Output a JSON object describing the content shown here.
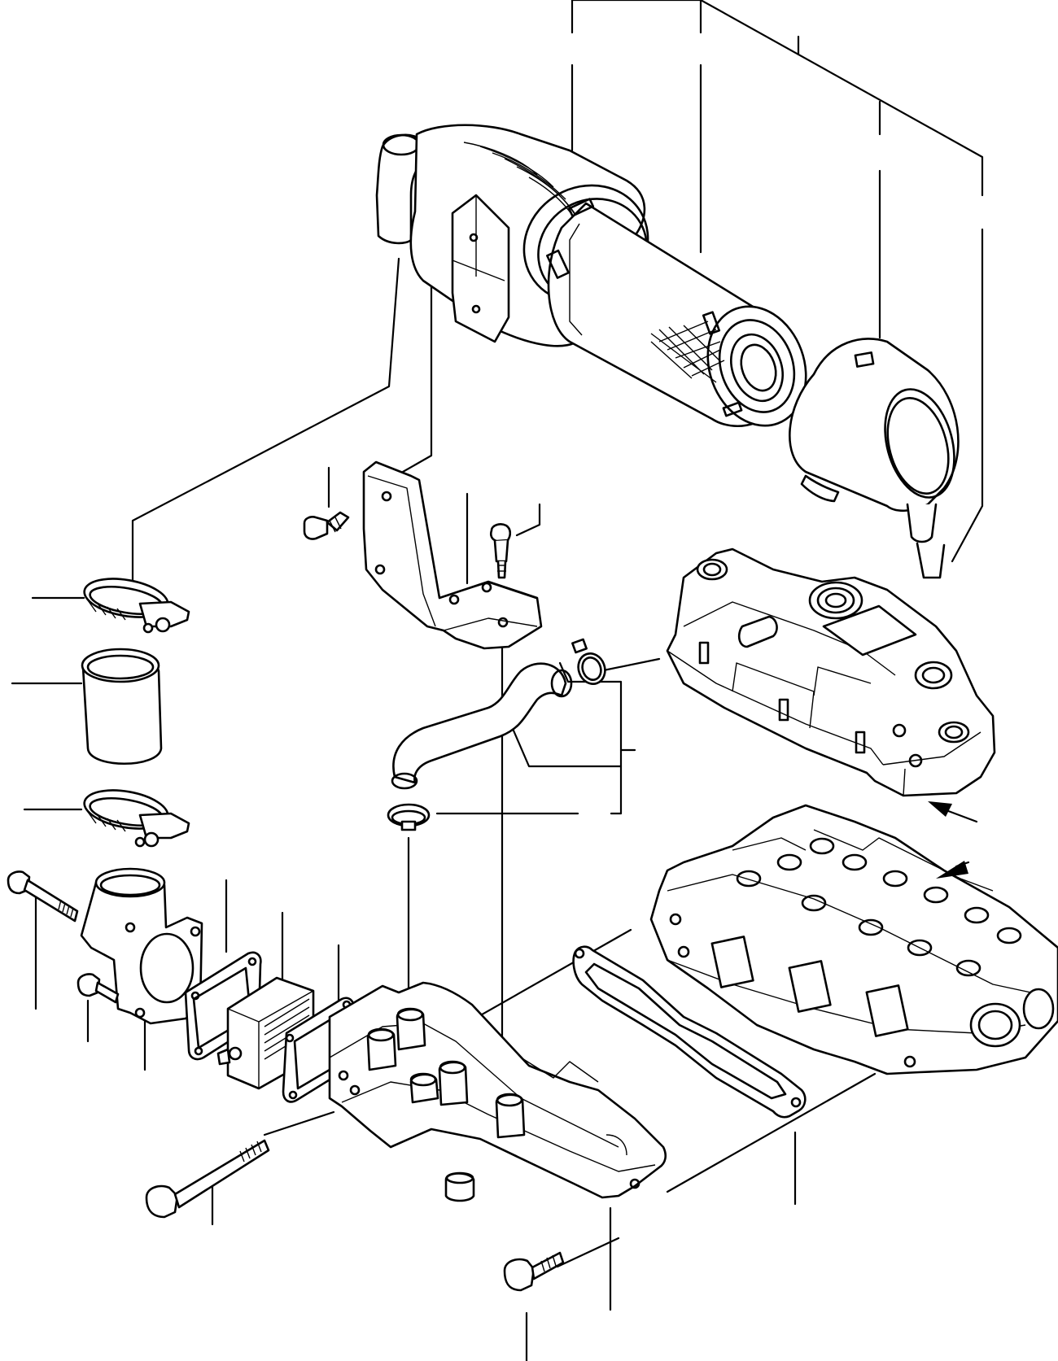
{
  "diagram": {
    "parts": [
      "air-cleaner-assembly",
      "air-cleaner-body",
      "filter-element",
      "air-cleaner-cap",
      "mounting-bracket",
      "bracket-bolt",
      "bracket-bolt-short",
      "hose-clamp-upper",
      "intake-hose",
      "hose-clamp-lower",
      "intake-elbow",
      "long-bolt",
      "short-bolt",
      "gasket-left",
      "intake-heater",
      "gasket-right",
      "intake-manifold",
      "manifold-bolt",
      "manifold-bolt-front",
      "breather-hose",
      "breather-clamp-upper",
      "breather-clamp-lower",
      "rocker-cover",
      "cylinder-head",
      "manifold-gasket"
    ],
    "arrows": [
      "arrow-to-rocker-cover",
      "arrow-to-cylinder-head"
    ]
  }
}
